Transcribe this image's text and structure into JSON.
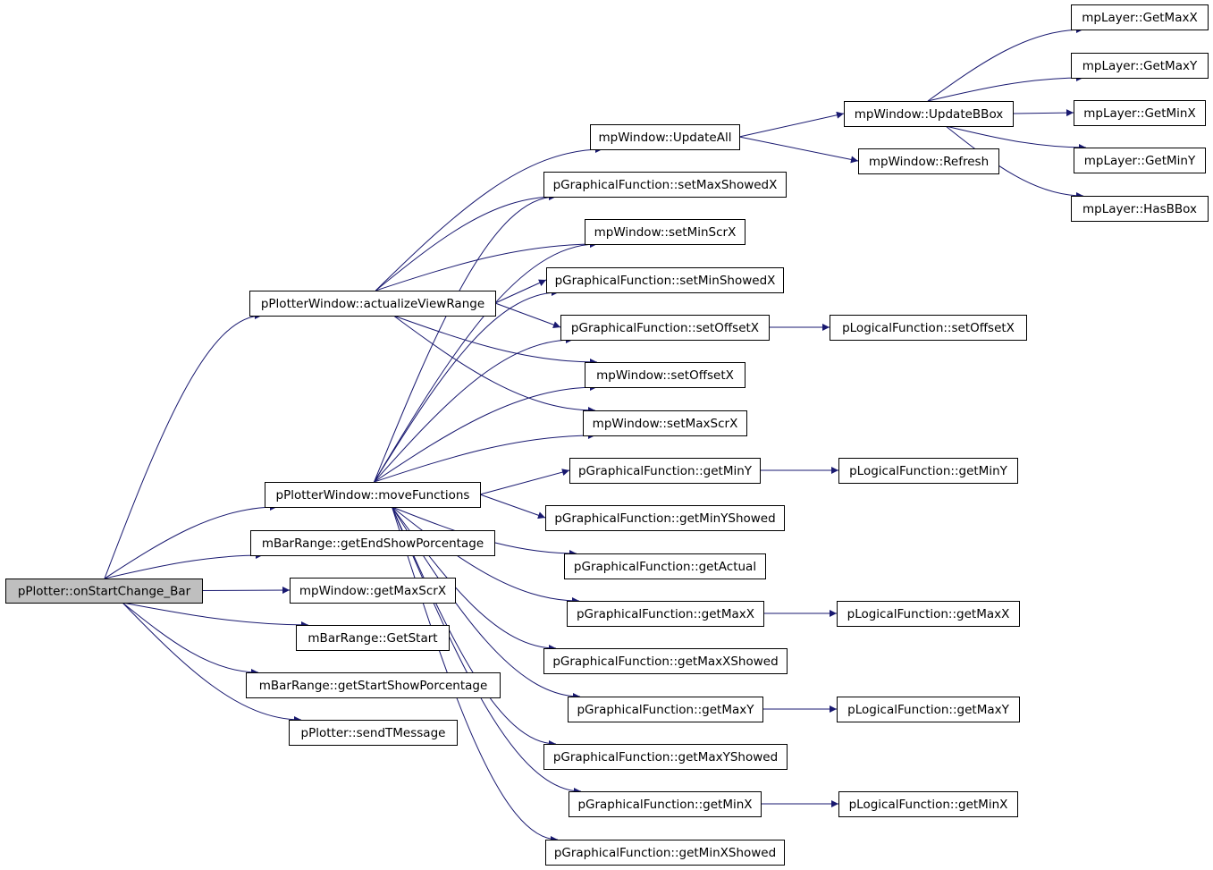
{
  "graph": {
    "root": "pPlotter::onStartChange_Bar",
    "nodes": [
      {
        "id": "n_root",
        "label": "pPlotter::onStartChange_Bar",
        "root": true
      },
      {
        "id": "n_actualize",
        "label": "pPlotterWindow::actualizeViewRange"
      },
      {
        "id": "n_move",
        "label": "pPlotterWindow::moveFunctions"
      },
      {
        "id": "n_endshow",
        "label": "mBarRange::getEndShowPorcentage"
      },
      {
        "id": "n_getmaxscrx",
        "label": "mpWindow::getMaxScrX"
      },
      {
        "id": "n_getstart",
        "label": "mBarRange::GetStart"
      },
      {
        "id": "n_startshow",
        "label": "mBarRange::getStartShowPorcentage"
      },
      {
        "id": "n_sendt",
        "label": "pPlotter::sendTMessage"
      },
      {
        "id": "n_updateall",
        "label": "mpWindow::UpdateAll"
      },
      {
        "id": "n_setmaxshowedx",
        "label": "pGraphicalFunction::setMaxShowedX"
      },
      {
        "id": "n_setminscrx",
        "label": "mpWindow::setMinScrX"
      },
      {
        "id": "n_setminshowedx",
        "label": "pGraphicalFunction::setMinShowedX"
      },
      {
        "id": "n_setoffsetx_g",
        "label": "pGraphicalFunction::setOffsetX"
      },
      {
        "id": "n_setoffsetx_w",
        "label": "mpWindow::setOffsetX"
      },
      {
        "id": "n_setmaxscrx",
        "label": "mpWindow::setMaxScrX"
      },
      {
        "id": "n_getminy_g",
        "label": "pGraphicalFunction::getMinY"
      },
      {
        "id": "n_getminyshowed",
        "label": "pGraphicalFunction::getMinYShowed"
      },
      {
        "id": "n_getactual",
        "label": "pGraphicalFunction::getActual"
      },
      {
        "id": "n_getmaxx_g",
        "label": "pGraphicalFunction::getMaxX"
      },
      {
        "id": "n_getmaxxshowed",
        "label": "pGraphicalFunction::getMaxXShowed"
      },
      {
        "id": "n_getmaxy_g",
        "label": "pGraphicalFunction::getMaxY"
      },
      {
        "id": "n_getmaxyshowed",
        "label": "pGraphicalFunction::getMaxYShowed"
      },
      {
        "id": "n_getminx_g",
        "label": "pGraphicalFunction::getMinX"
      },
      {
        "id": "n_getminxshowed",
        "label": "pGraphicalFunction::getMinXShowed"
      },
      {
        "id": "n_updatebbox",
        "label": "mpWindow::UpdateBBox"
      },
      {
        "id": "n_refresh",
        "label": "mpWindow::Refresh"
      },
      {
        "id": "n_setoffsetx_l",
        "label": "pLogicalFunction::setOffsetX"
      },
      {
        "id": "n_getminy_l",
        "label": "pLogicalFunction::getMinY"
      },
      {
        "id": "n_getmaxx_l",
        "label": "pLogicalFunction::getMaxX"
      },
      {
        "id": "n_getmaxy_l",
        "label": "pLogicalFunction::getMaxY"
      },
      {
        "id": "n_getminx_l",
        "label": "pLogicalFunction::getMinX"
      },
      {
        "id": "n_lgetmaxx",
        "label": "mpLayer::GetMaxX"
      },
      {
        "id": "n_lgetmaxy",
        "label": "mpLayer::GetMaxY"
      },
      {
        "id": "n_lgetminx",
        "label": "mpLayer::GetMinX"
      },
      {
        "id": "n_lgetminy",
        "label": "mpLayer::GetMinY"
      },
      {
        "id": "n_lhasbbox",
        "label": "mpLayer::HasBBox"
      }
    ],
    "edges": [
      [
        "n_root",
        "n_actualize"
      ],
      [
        "n_root",
        "n_move"
      ],
      [
        "n_root",
        "n_endshow"
      ],
      [
        "n_root",
        "n_getmaxscrx"
      ],
      [
        "n_root",
        "n_getstart"
      ],
      [
        "n_root",
        "n_startshow"
      ],
      [
        "n_root",
        "n_sendt"
      ],
      [
        "n_actualize",
        "n_updateall"
      ],
      [
        "n_actualize",
        "n_setmaxshowedx"
      ],
      [
        "n_actualize",
        "n_setminscrx"
      ],
      [
        "n_actualize",
        "n_setminshowedx"
      ],
      [
        "n_actualize",
        "n_setoffsetx_g"
      ],
      [
        "n_actualize",
        "n_setoffsetx_w"
      ],
      [
        "n_actualize",
        "n_setmaxscrx"
      ],
      [
        "n_move",
        "n_setmaxshowedx"
      ],
      [
        "n_move",
        "n_setminscrx"
      ],
      [
        "n_move",
        "n_setminshowedx"
      ],
      [
        "n_move",
        "n_setoffsetx_g"
      ],
      [
        "n_move",
        "n_setoffsetx_w"
      ],
      [
        "n_move",
        "n_setmaxscrx"
      ],
      [
        "n_move",
        "n_getminy_g"
      ],
      [
        "n_move",
        "n_getminyshowed"
      ],
      [
        "n_move",
        "n_getactual"
      ],
      [
        "n_move",
        "n_getmaxx_g"
      ],
      [
        "n_move",
        "n_getmaxxshowed"
      ],
      [
        "n_move",
        "n_getmaxy_g"
      ],
      [
        "n_move",
        "n_getmaxyshowed"
      ],
      [
        "n_move",
        "n_getminx_g"
      ],
      [
        "n_move",
        "n_getminxshowed"
      ],
      [
        "n_updateall",
        "n_updatebbox"
      ],
      [
        "n_updateall",
        "n_refresh"
      ],
      [
        "n_updatebbox",
        "n_lgetmaxx"
      ],
      [
        "n_updatebbox",
        "n_lgetmaxy"
      ],
      [
        "n_updatebbox",
        "n_lgetminx"
      ],
      [
        "n_updatebbox",
        "n_lgetminy"
      ],
      [
        "n_updatebbox",
        "n_lhasbbox"
      ],
      [
        "n_setoffsetx_g",
        "n_setoffsetx_l"
      ],
      [
        "n_getminy_g",
        "n_getminy_l"
      ],
      [
        "n_getmaxx_g",
        "n_getmaxx_l"
      ],
      [
        "n_getmaxy_g",
        "n_getmaxy_l"
      ],
      [
        "n_getminx_g",
        "n_getminx_l"
      ]
    ]
  },
  "colors": {
    "edge": "#191970",
    "root_fill": "#bfbfbf",
    "node_fill": "#ffffff"
  }
}
